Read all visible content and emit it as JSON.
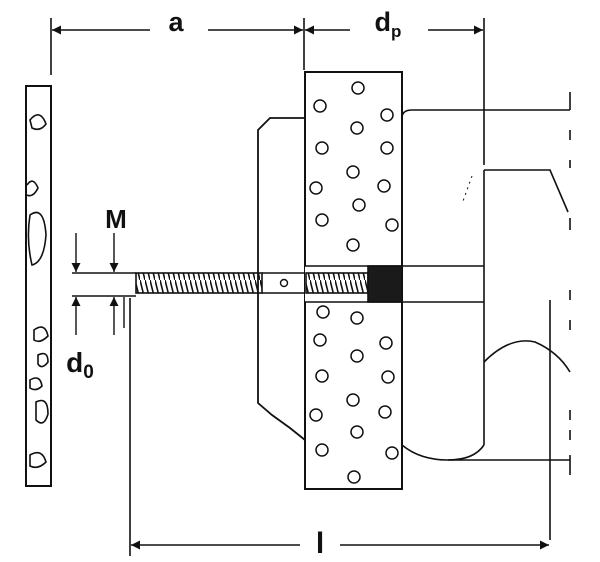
{
  "labels": {
    "a": "a",
    "dp_main": "d",
    "dp_sub": "p",
    "M": "M",
    "d0_main": "d",
    "d0_sub": "0",
    "l": "l"
  },
  "colors": {
    "line": "#111111",
    "background": "#ffffff",
    "anchor_band": "#1a1a1a"
  }
}
